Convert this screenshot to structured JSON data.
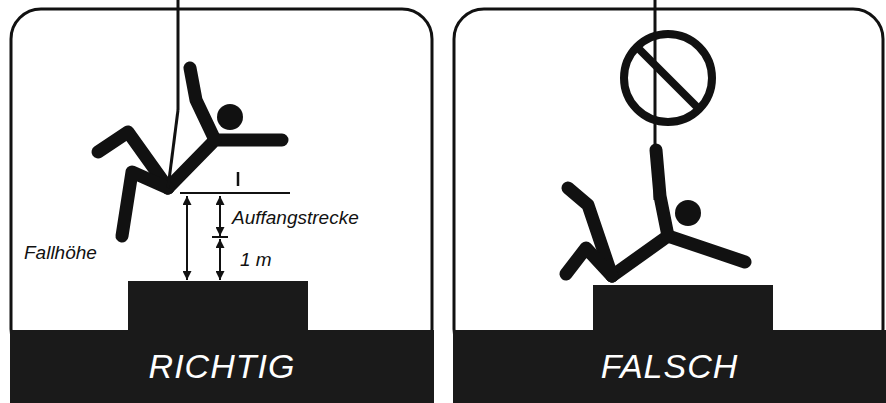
{
  "diagram": {
    "nodes": [
      {
        "text": [
          "RICHTIG"
        ]
      },
      {
        "text": [
          "FALSCH"
        ]
      }
    ],
    "labels": [
      "Auffangstrecke",
      "1 m",
      "Fallhöhe"
    ]
  }
}
